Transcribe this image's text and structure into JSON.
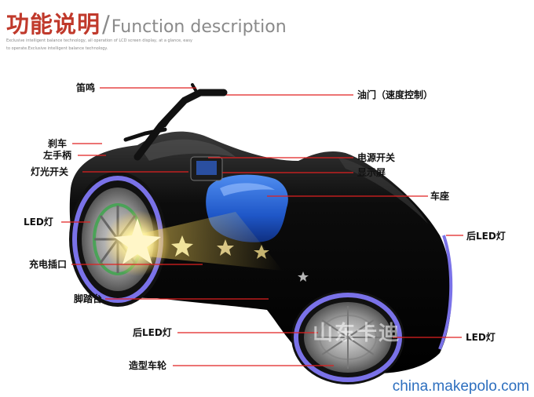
{
  "header": {
    "title_zh": "功能说明",
    "title_slash": "/",
    "title_en": "Function description",
    "subtitle_line1": "Exclusive intelligent balance technology, all operation of LCD screen display, at a glance, easy",
    "subtitle_line2": "to operate.Exclusive intelligent balance technology."
  },
  "callouts": {
    "horn": "笛鸣",
    "throttle": "油门（速度控制）",
    "brake": "刹车",
    "left_handle": "左手柄",
    "light_switch": "灯光开关",
    "power_switch": "电源开关",
    "display": "显示屏",
    "seat": "车座",
    "led_light_front": "LED灯",
    "rear_led_right": "后LED灯",
    "charging_port": "充电插口",
    "footrest": "脚踏台",
    "rear_led_bottom": "后LED灯",
    "led_light_rear": "LED灯",
    "wheel": "造型车轮"
  },
  "watermark": "山东卡迪",
  "source_credit": "china.makepolo.com",
  "colors": {
    "title_red": "#c0392b",
    "leader_line_red": "#e02020",
    "led_ring": "#7a72e8",
    "seat_blue": "#1f57c8",
    "body_black": "#0a0a0a",
    "credit_blue": "#2d6fbf"
  }
}
